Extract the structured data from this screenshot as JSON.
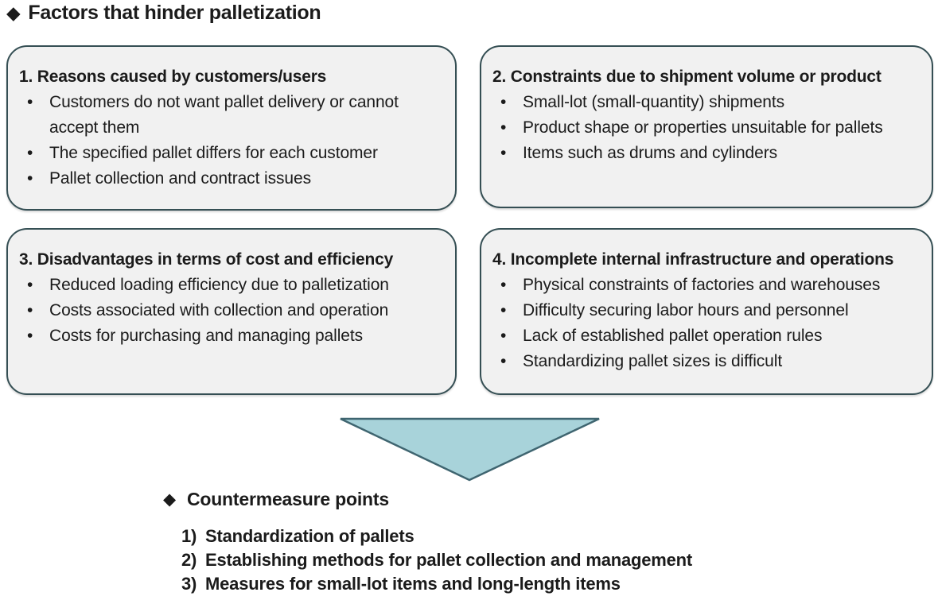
{
  "colors": {
    "box_fill": "#f1f1f1",
    "box_border": "#354f54",
    "arrow_fill": "#a8d3da",
    "arrow_border": "#3f6570",
    "text": "#1b1b1b"
  },
  "title": {
    "icon": "◆",
    "text": "Factors that hinder palletization"
  },
  "boxes": [
    {
      "heading": "1. Reasons caused by customers/users",
      "bullets": [
        "Customers do not want pallet delivery or cannot accept them",
        "The specified pallet differs for each customer",
        "Pallet collection and contract issues"
      ]
    },
    {
      "heading": "2. Constraints due to shipment volume or product",
      "bullets": [
        "Small-lot (small-quantity) shipments",
        "Product shape or properties unsuitable for pallets",
        "Items such as drums and cylinders"
      ]
    },
    {
      "heading": "3. Disadvantages in terms of cost and efficiency",
      "bullets": [
        "Reduced loading efficiency due to palletization",
        "Costs associated with collection and operation",
        "Costs for purchasing and managing pallets"
      ]
    },
    {
      "heading": "4. Incomplete internal infrastructure and operations",
      "bullets": [
        "Physical constraints of factories and warehouses",
        "Difficulty securing labor hours and personnel",
        "Lack of established pallet operation rules",
        "Standardizing pallet sizes is difficult"
      ]
    }
  ],
  "countermeasures": {
    "icon": "◆",
    "heading": "Countermeasure points",
    "items": [
      {
        "num": "1)",
        "text": "Standardization of pallets"
      },
      {
        "num": "2)",
        "text": "Establishing methods for pallet collection and management"
      },
      {
        "num": "3)",
        "text": "Measures for small-lot items and long-length items"
      }
    ]
  }
}
